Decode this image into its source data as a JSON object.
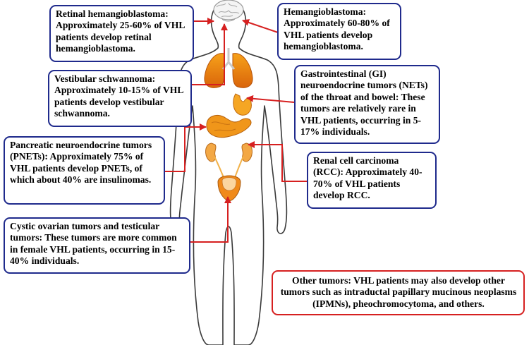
{
  "colors": {
    "box_border": "#1f2a8c",
    "other_border": "#d62020",
    "arrow": "#d62020",
    "body_outline": "#3a3a3a",
    "organ_orange": "#f0880f"
  },
  "organs": [
    "brain",
    "lungs",
    "stomach",
    "pancreas",
    "kidneys",
    "bladder"
  ],
  "boxes": {
    "retinal": "Retinal hemangioblastoma: Approximately 25-60% of VHL patients develop retinal hemangioblastoma.",
    "hemangioblastoma": "Hemangioblastoma: Approximately 60-80% of VHL patients develop hemangioblastoma.",
    "vestibular": "Vestibular schwannoma: Approximately 10-15% of VHL patients develop vestibular schwannoma.",
    "gi": "Gastrointestinal (GI) neuroendocrine tumors (NETs) of the throat and bowel: These tumors are relatively rare in VHL patients, occurring in 5-17% individuals.",
    "pnets": "Pancreatic neuroendocrine tumors (PNETs): Approximately 75% of VHL patients develop PNETs, of which about 40% are insulinomas.",
    "rcc": "Renal cell carcinoma (RCC): Approximately 40-70% of VHL patients develop RCC.",
    "cystic": "Cystic ovarian tumors and testicular tumors: These tumors are more common in female VHL patients, occurring in 15-40% individuals.",
    "other": "Other tumors: VHL patients may also develop other tumors such as intraductal papillary mucinous neoplasms (IPMNs), pheochromocytoma, and others."
  }
}
